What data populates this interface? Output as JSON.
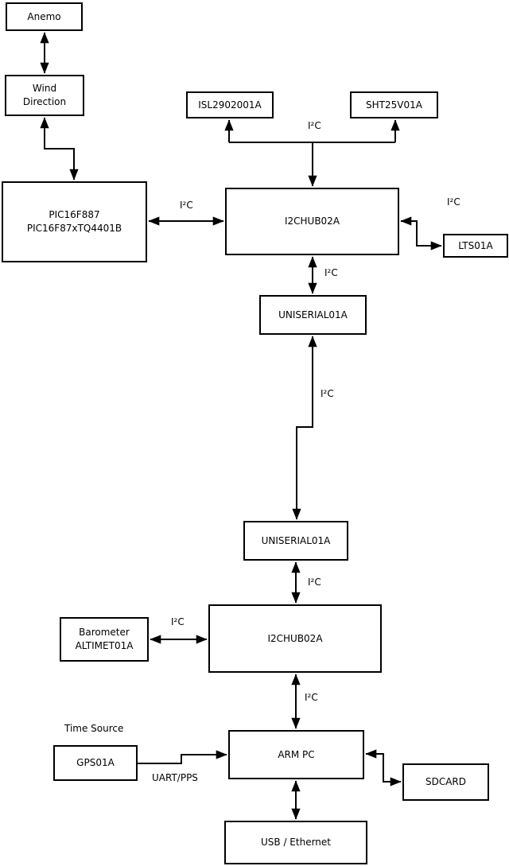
{
  "diagram": {
    "title_none": "",
    "nodes": {
      "anemo": {
        "label": "Anemo"
      },
      "wind": {
        "label": "Wind\nDirection"
      },
      "pic": {
        "label": "PIC16F887\nPIC16F87xTQ4401B"
      },
      "isl": {
        "label": "ISL2902001A"
      },
      "sht": {
        "label": "SHT25V01A"
      },
      "hub1": {
        "label": "I2CHUB02A"
      },
      "lts": {
        "label": "LTS01A"
      },
      "uniserial1": {
        "label": "UNISERIAL01A"
      },
      "uniserial2": {
        "label": "UNISERIAL01A"
      },
      "hub2": {
        "label": "I2CHUB02A"
      },
      "barometer": {
        "label": "Barometer\nALTIMET01A"
      },
      "gps": {
        "label": "GPS01A"
      },
      "armpc": {
        "label": "ARM PC"
      },
      "sdcard": {
        "label": "SDCARD"
      },
      "usb": {
        "label": "USB / Ethernet"
      }
    },
    "edge_labels": {
      "i2c": "I²C",
      "uart_pps": "UART/PPS",
      "time_source": "Time Source"
    },
    "colors": {
      "line": "#000000",
      "box_border": "#000000",
      "box_fill": "#ffffff",
      "background": "#ffffff",
      "text": "#000000"
    }
  }
}
